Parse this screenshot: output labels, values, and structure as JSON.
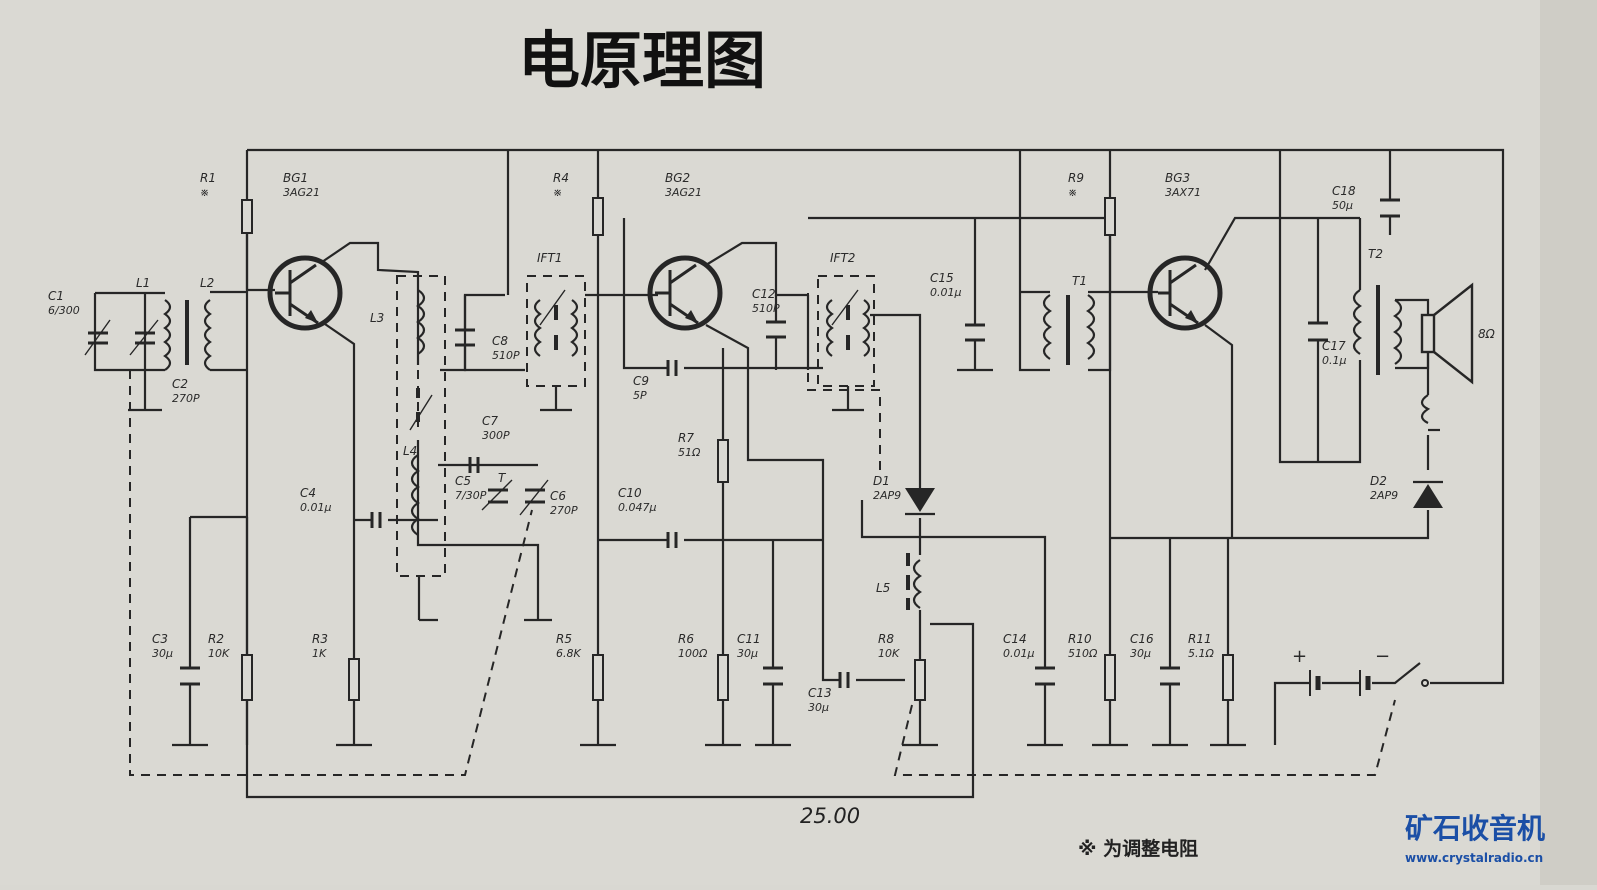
{
  "title": "电原理图",
  "footnote": "※ 为调整电阻",
  "bottom_number": "25.00",
  "watermark": {
    "name": "矿石收音机",
    "url": "www.crystalradio.cn"
  },
  "components": [
    {
      "id": "c1",
      "label": "C1",
      "value": "6/300"
    },
    {
      "id": "l1",
      "label": "L1",
      "value": ""
    },
    {
      "id": "l2",
      "label": "L2",
      "value": ""
    },
    {
      "id": "c2",
      "label": "C2",
      "value": "270P"
    },
    {
      "id": "r1",
      "label": "R1",
      "value": "※"
    },
    {
      "id": "bg1",
      "label": "BG1",
      "value": "3AG21"
    },
    {
      "id": "l3",
      "label": "L3",
      "value": ""
    },
    {
      "id": "l4",
      "label": "L4",
      "value": ""
    },
    {
      "id": "c4",
      "label": "C4",
      "value": "0.01μ"
    },
    {
      "id": "c5",
      "label": "C5",
      "value": "7/30P"
    },
    {
      "id": "t",
      "label": "T",
      "value": ""
    },
    {
      "id": "c6",
      "label": "C6",
      "value": "270P"
    },
    {
      "id": "c7",
      "label": "C7",
      "value": "300P"
    },
    {
      "id": "c3",
      "label": "C3",
      "value": "30μ"
    },
    {
      "id": "r2",
      "label": "R2",
      "value": "10K"
    },
    {
      "id": "r3",
      "label": "R3",
      "value": "1K"
    },
    {
      "id": "r4",
      "label": "R4",
      "value": "※"
    },
    {
      "id": "ift1",
      "label": "IFT1",
      "value": ""
    },
    {
      "id": "c8",
      "label": "C8",
      "value": "510P"
    },
    {
      "id": "bg2",
      "label": "BG2",
      "value": "3AG21"
    },
    {
      "id": "c9",
      "label": "C9",
      "value": "5P"
    },
    {
      "id": "r5",
      "label": "R5",
      "value": "6.8K"
    },
    {
      "id": "r7",
      "label": "R7",
      "value": "51Ω"
    },
    {
      "id": "c10",
      "label": "C10",
      "value": "0.047μ"
    },
    {
      "id": "r6",
      "label": "R6",
      "value": "100Ω"
    },
    {
      "id": "c11",
      "label": "C11",
      "value": "30μ"
    },
    {
      "id": "c12",
      "label": "C12",
      "value": "510P"
    },
    {
      "id": "ift2",
      "label": "IFT2",
      "value": ""
    },
    {
      "id": "c13",
      "label": "C13",
      "value": "30μ"
    },
    {
      "id": "d1",
      "label": "D1",
      "value": "2AP9"
    },
    {
      "id": "l5",
      "label": "L5",
      "value": ""
    },
    {
      "id": "r8",
      "label": "R8",
      "value": "10K"
    },
    {
      "id": "c15",
      "label": "C15",
      "value": "0.01μ"
    },
    {
      "id": "c14",
      "label": "C14",
      "value": "0.01μ"
    },
    {
      "id": "r9",
      "label": "R9",
      "value": "※"
    },
    {
      "id": "t1",
      "label": "T1",
      "value": ""
    },
    {
      "id": "bg3",
      "label": "BG3",
      "value": "3AX71"
    },
    {
      "id": "r10",
      "label": "R10",
      "value": "510Ω"
    },
    {
      "id": "c16",
      "label": "C16",
      "value": "30μ"
    },
    {
      "id": "r11",
      "label": "R11",
      "value": "5.1Ω"
    },
    {
      "id": "c18",
      "label": "C18",
      "value": "50μ"
    },
    {
      "id": "c17",
      "label": "C17",
      "value": "0.1μ"
    },
    {
      "id": "t2",
      "label": "T2",
      "value": ""
    },
    {
      "id": "spk",
      "label": "8Ω",
      "value": ""
    },
    {
      "id": "d2",
      "label": "D2",
      "value": "2AP9"
    }
  ],
  "battery": {
    "plus": "+",
    "minus": "−"
  }
}
